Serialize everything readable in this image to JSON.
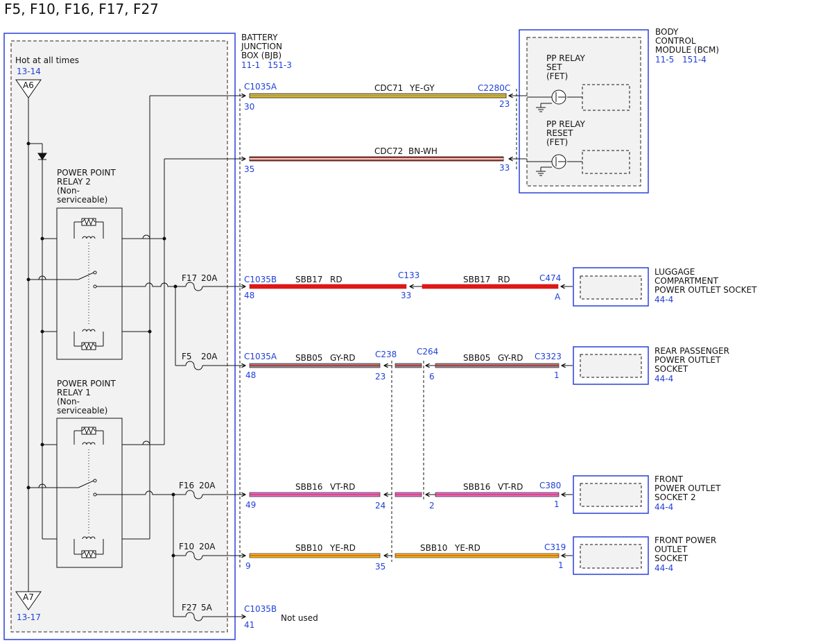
{
  "title": "F5, F10, F16, F17, F27",
  "colors": {
    "box_border": "#2a3fdc",
    "ref_text": "#1f3fd6",
    "ye_gy": "#e8c21a",
    "bn_wh": "#b03a2e",
    "rd": "#e01818",
    "gy_rd": "#8c8f96",
    "vt_rd": "#e56fd6",
    "ye_rd": "#f1c11d",
    "gy": "#e6e6e6"
  },
  "bjb": {
    "name": "BATTERY JUNCTION BOX (BJB)",
    "name_lines": [
      "BATTERY",
      "JUNCTION",
      "BOX (BJB)"
    ],
    "refs": [
      "11-1",
      "151-3"
    ]
  },
  "bcm": {
    "name_lines": [
      "BODY",
      "CONTROL",
      "MODULE (BCM)"
    ],
    "refs": [
      "11-5",
      "151-4"
    ],
    "set_lines": [
      "PP RELAY",
      "SET",
      "(FET)"
    ],
    "reset_lines": [
      "PP RELAY",
      "RESET",
      "(FET)"
    ]
  },
  "hot": {
    "label": "Hot at all times",
    "ref_top": "13-14",
    "node_top": "A6",
    "node_bottom": "A7",
    "ref_bottom": "13-17"
  },
  "relays": [
    {
      "lines": [
        "POWER POINT",
        "RELAY 2",
        "(Non-",
        "serviceable)"
      ]
    },
    {
      "lines": [
        "POWER POINT",
        "RELAY 1",
        "(Non-",
        "serviceable)"
      ]
    }
  ],
  "fuses": [
    {
      "name": "F17",
      "rating": "20A"
    },
    {
      "name": "F5",
      "rating": "20A"
    },
    {
      "name": "F16",
      "rating": "20A"
    },
    {
      "name": "F10",
      "rating": "20A"
    },
    {
      "name": "F27",
      "rating": "5A"
    }
  ],
  "circuits": [
    {
      "connector": "C1035A",
      "pin": "30",
      "wire": "CDC71",
      "color": "YE-GY",
      "end_connector": "C2280C",
      "end_pin": "23"
    },
    {
      "pin": "35",
      "wire": "CDC72",
      "color": "BN-WH",
      "end_pin": "33"
    },
    {
      "connector": "C1035B",
      "pin": "48",
      "wire": "SBB17",
      "color": "RD",
      "mid_connector": "C133",
      "mid_pin": "33",
      "wire2": "SBB17",
      "color2": "RD",
      "end_connector": "C474",
      "end_pin": "A"
    },
    {
      "connector": "C1035A",
      "pin": "48",
      "wire": "SBB05",
      "color": "GY-RD",
      "mid_connector": "C238",
      "mid_pin": "23",
      "mid2_connector": "C264",
      "mid2_pin": "6",
      "wire2": "SBB05",
      "color2": "GY-RD",
      "end_connector": "C3323",
      "end_pin": "1"
    },
    {
      "pin": "49",
      "wire": "SBB16",
      "color": "VT-RD",
      "mid_pin": "24",
      "mid2_pin": "2",
      "wire2": "SBB16",
      "color2": "VT-RD",
      "end_connector": "C380",
      "end_pin": "1"
    },
    {
      "pin": "9",
      "wire": "SBB10",
      "color": "YE-RD",
      "mid_pin": "35",
      "wire2": "SBB10",
      "color2": "YE-RD",
      "end_connector": "C319",
      "end_pin": "1"
    },
    {
      "connector": "C1035B",
      "pin": "41",
      "note": "Not used"
    }
  ],
  "loads": [
    {
      "lines": [
        "LUGGAGE",
        "COMPARTMENT",
        "POWER OUTLET SOCKET"
      ],
      "ref": "44-4"
    },
    {
      "lines": [
        "REAR PASSENGER",
        "POWER OUTLET",
        "SOCKET"
      ],
      "ref": "44-4"
    },
    {
      "lines": [
        "FRONT",
        "POWER OUTLET",
        "SOCKET 2"
      ],
      "ref": "44-4"
    },
    {
      "lines": [
        "FRONT POWER",
        "OUTLET",
        "SOCKET"
      ],
      "ref": "44-4"
    }
  ]
}
